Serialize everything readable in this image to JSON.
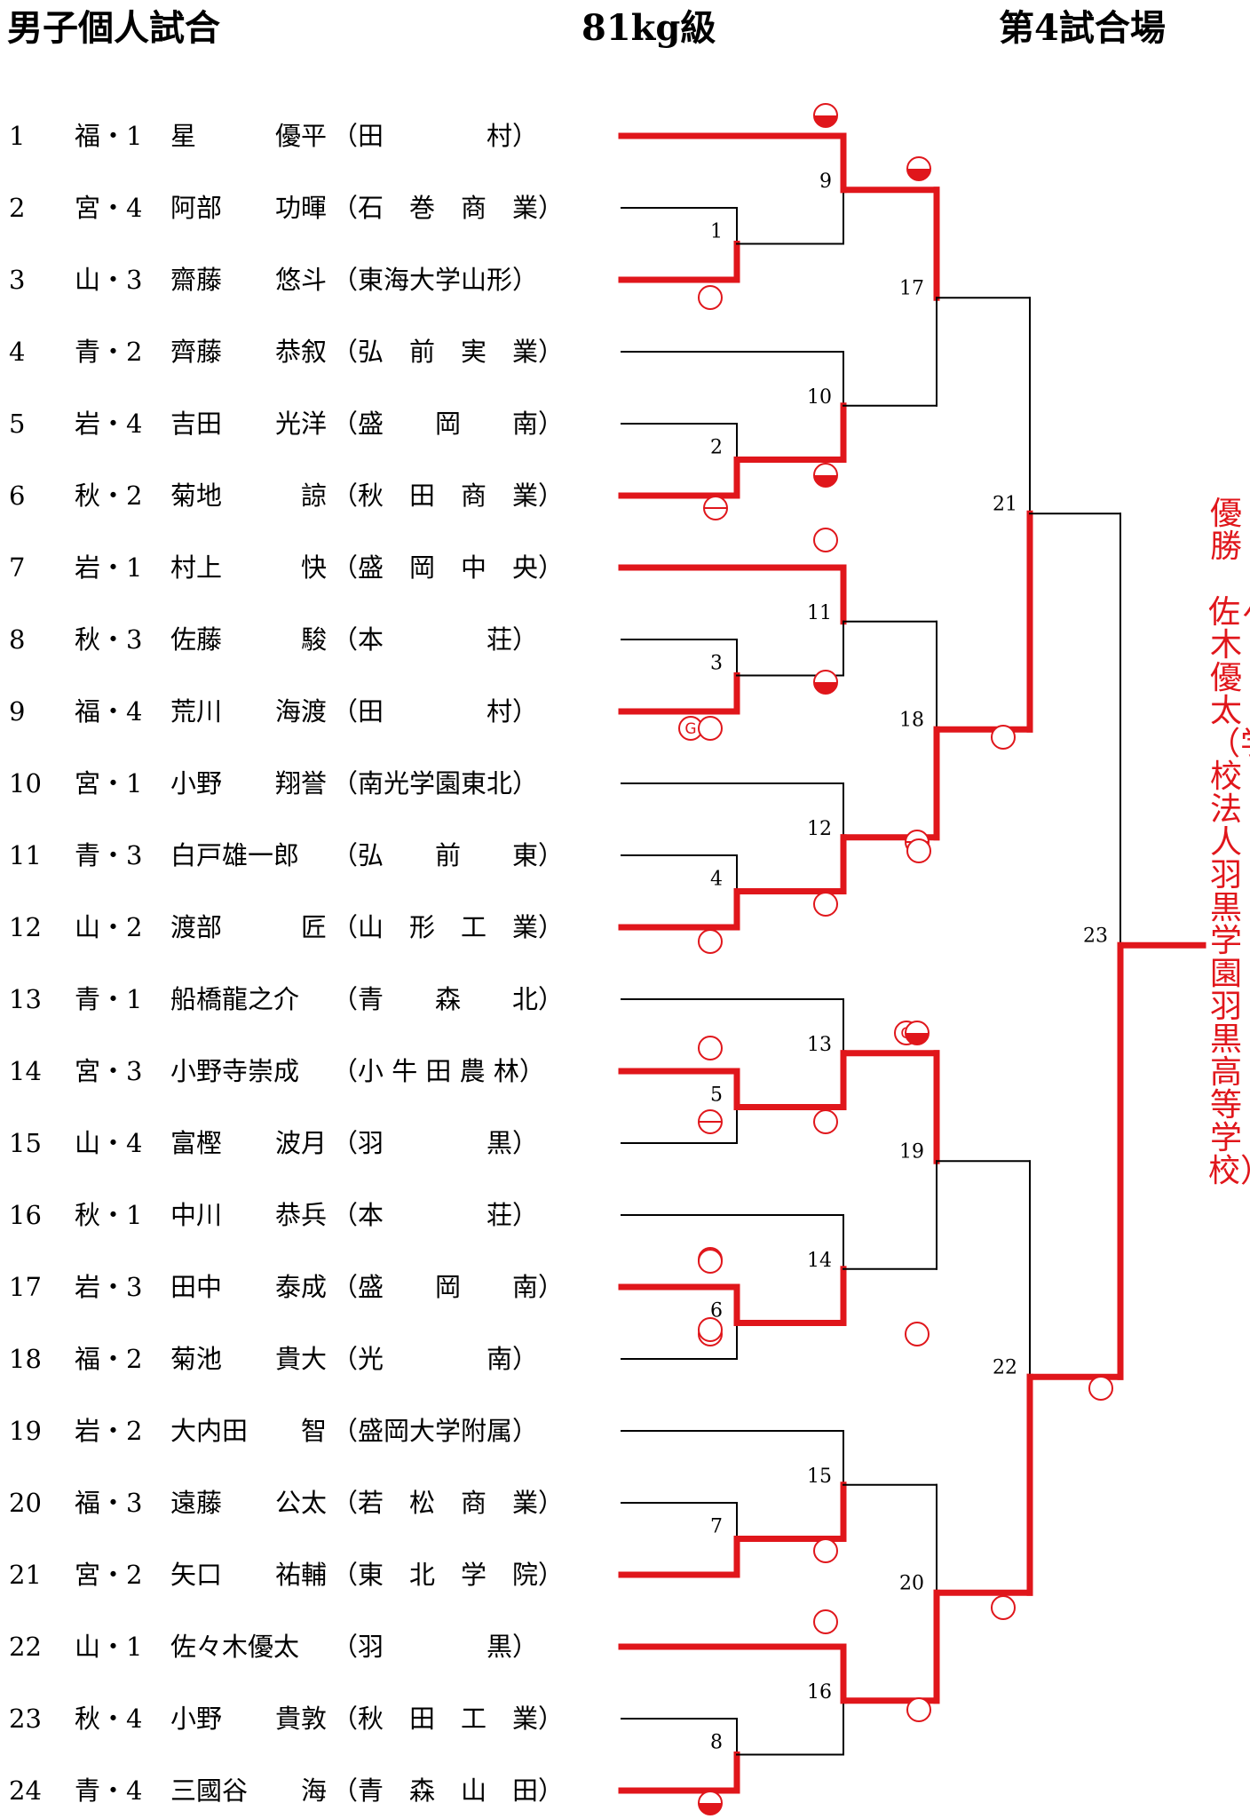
{
  "header": {
    "event": "男子個人試合",
    "weight_class": "81kg級",
    "venue": "第4試合場"
  },
  "competitors": [
    {
      "seed": "1",
      "pref": "福・1",
      "name_family": "星",
      "name_given": "優平",
      "school": "（田　　　　村）"
    },
    {
      "seed": "2",
      "pref": "宮・4",
      "name_family": "阿部",
      "name_given": "功暉",
      "school": "（石　巻　商　業）"
    },
    {
      "seed": "3",
      "pref": "山・3",
      "name_family": "齋藤",
      "name_given": "悠斗",
      "school": "（東海大学山形）"
    },
    {
      "seed": "4",
      "pref": "青・2",
      "name_family": "齊藤",
      "name_given": "恭叙",
      "school": "（弘　前　実　業）"
    },
    {
      "seed": "5",
      "pref": "岩・4",
      "name_family": "吉田",
      "name_given": "光洋",
      "school": "（盛　　岡　　南）"
    },
    {
      "seed": "6",
      "pref": "秋・2",
      "name_family": "菊地",
      "name_given": "諒",
      "school": "（秋　田　商　業）"
    },
    {
      "seed": "7",
      "pref": "岩・1",
      "name_family": "村上",
      "name_given": "快",
      "school": "（盛　岡　中　央）"
    },
    {
      "seed": "8",
      "pref": "秋・3",
      "name_family": "佐藤",
      "name_given": "駿",
      "school": "（本　　　　荘）"
    },
    {
      "seed": "9",
      "pref": "福・4",
      "name_family": "荒川",
      "name_given": "海渡",
      "school": "（田　　　　村）"
    },
    {
      "seed": "10",
      "pref": "宮・1",
      "name_family": "小野",
      "name_given": "翔誉",
      "school": "（南光学園東北）"
    },
    {
      "seed": "11",
      "pref": "青・3",
      "name_family": "白戸雄一郎",
      "name_given": "",
      "school": "（弘　　前　　東）"
    },
    {
      "seed": "12",
      "pref": "山・2",
      "name_family": "渡部",
      "name_given": "匠",
      "school": "（山　形　工　業）"
    },
    {
      "seed": "13",
      "pref": "青・1",
      "name_family": "船橋龍之介",
      "name_given": "",
      "school": "（青　　森　　北）"
    },
    {
      "seed": "14",
      "pref": "宮・3",
      "name_family": "小野寺崇成",
      "name_given": "",
      "school": "（小 牛 田 農 林）"
    },
    {
      "seed": "15",
      "pref": "山・4",
      "name_family": "富樫",
      "name_given": "波月",
      "school": "（羽　　　　黒）"
    },
    {
      "seed": "16",
      "pref": "秋・1",
      "name_family": "中川",
      "name_given": "恭兵",
      "school": "（本　　　　荘）"
    },
    {
      "seed": "17",
      "pref": "岩・3",
      "name_family": "田中",
      "name_given": "泰成",
      "school": "（盛　　岡　　南）"
    },
    {
      "seed": "18",
      "pref": "福・2",
      "name_family": "菊池",
      "name_given": "貴大",
      "school": "（光　　　　南）"
    },
    {
      "seed": "19",
      "pref": "岩・2",
      "name_family": "大内田",
      "name_given": "智",
      "school": "（盛岡大学附属）"
    },
    {
      "seed": "20",
      "pref": "福・3",
      "name_family": "遠藤",
      "name_given": "公太",
      "school": "（若　松　商　業）"
    },
    {
      "seed": "21",
      "pref": "宮・2",
      "name_family": "矢口",
      "name_given": "祐輔",
      "school": "（東　北　学　院）"
    },
    {
      "seed": "22",
      "pref": "山・1",
      "name_family": "佐々木優太",
      "name_given": "",
      "school": "（羽　　　　黒）"
    },
    {
      "seed": "23",
      "pref": "秋・4",
      "name_family": "小野",
      "name_given": "貴敦",
      "school": "（秋　田　工　業）"
    },
    {
      "seed": "24",
      "pref": "青・4",
      "name_family": "三國谷",
      "name_given": "海",
      "school": "（青　森　山　田）"
    }
  ],
  "matches": [
    {
      "no": "1",
      "winner": "B"
    },
    {
      "no": "2",
      "winner": "B"
    },
    {
      "no": "3",
      "winner": "B"
    },
    {
      "no": "4",
      "winner": "B"
    },
    {
      "no": "5",
      "winner": "A"
    },
    {
      "no": "6",
      "winner": "A"
    },
    {
      "no": "7",
      "winner": "B"
    },
    {
      "no": "8",
      "winner": "B"
    },
    {
      "no": "9",
      "winner": "A"
    },
    {
      "no": "10",
      "winner": "B"
    },
    {
      "no": "11",
      "winner": "A"
    },
    {
      "no": "12",
      "winner": "B"
    },
    {
      "no": "13",
      "winner": "B"
    },
    {
      "no": "14",
      "winner": "B"
    },
    {
      "no": "15",
      "winner": "B"
    },
    {
      "no": "16",
      "winner": "A"
    },
    {
      "no": "17",
      "winner": "A"
    },
    {
      "no": "18",
      "winner": "B"
    },
    {
      "no": "19",
      "winner": "A"
    },
    {
      "no": "20",
      "winner": "B"
    },
    {
      "no": "21",
      "winner": "B"
    },
    {
      "no": "22",
      "winner": "B"
    },
    {
      "no": "23",
      "winner": "B"
    }
  ],
  "marks": [
    {
      "type": "half",
      "text": ""
    },
    {
      "type": "half",
      "text": ""
    },
    {
      "type": "circle",
      "text": ""
    },
    {
      "type": "half",
      "text": ""
    },
    {
      "type": "minus",
      "text": ""
    },
    {
      "type": "circle",
      "text": ""
    },
    {
      "type": "half",
      "text": ""
    },
    {
      "type": "G",
      "text": "G"
    },
    {
      "type": "circle",
      "text": ""
    },
    {
      "type": "minus",
      "text": ""
    },
    {
      "type": "circle",
      "text": ""
    },
    {
      "type": "circle",
      "text": ""
    },
    {
      "type": "circle",
      "text": ""
    },
    {
      "type": "G",
      "text": "G"
    },
    {
      "type": "half",
      "text": ""
    },
    {
      "type": "circle",
      "text": ""
    },
    {
      "type": "circle",
      "text": ""
    },
    {
      "type": "minus",
      "text": ""
    },
    {
      "type": "circle",
      "text": ""
    },
    {
      "type": "circle",
      "text": ""
    },
    {
      "type": "circle",
      "text": ""
    },
    {
      "type": "circle",
      "text": ""
    },
    {
      "type": "circle",
      "text": ""
    },
    {
      "type": "circle",
      "text": ""
    },
    {
      "type": "circle",
      "text": ""
    },
    {
      "type": "circle",
      "text": ""
    },
    {
      "type": "half",
      "text": ""
    },
    {
      "type": "circle",
      "text": ""
    },
    {
      "type": "circle",
      "text": ""
    },
    {
      "type": "circle",
      "text": ""
    }
  ],
  "champion": {
    "label": "優勝",
    "name_school": "佐々木優太（学校法人羽黒学園羽黒高等学校）"
  },
  "colors": {
    "winner_line": "#e0161b",
    "loser_line": "#000000",
    "text": "#000000"
  }
}
